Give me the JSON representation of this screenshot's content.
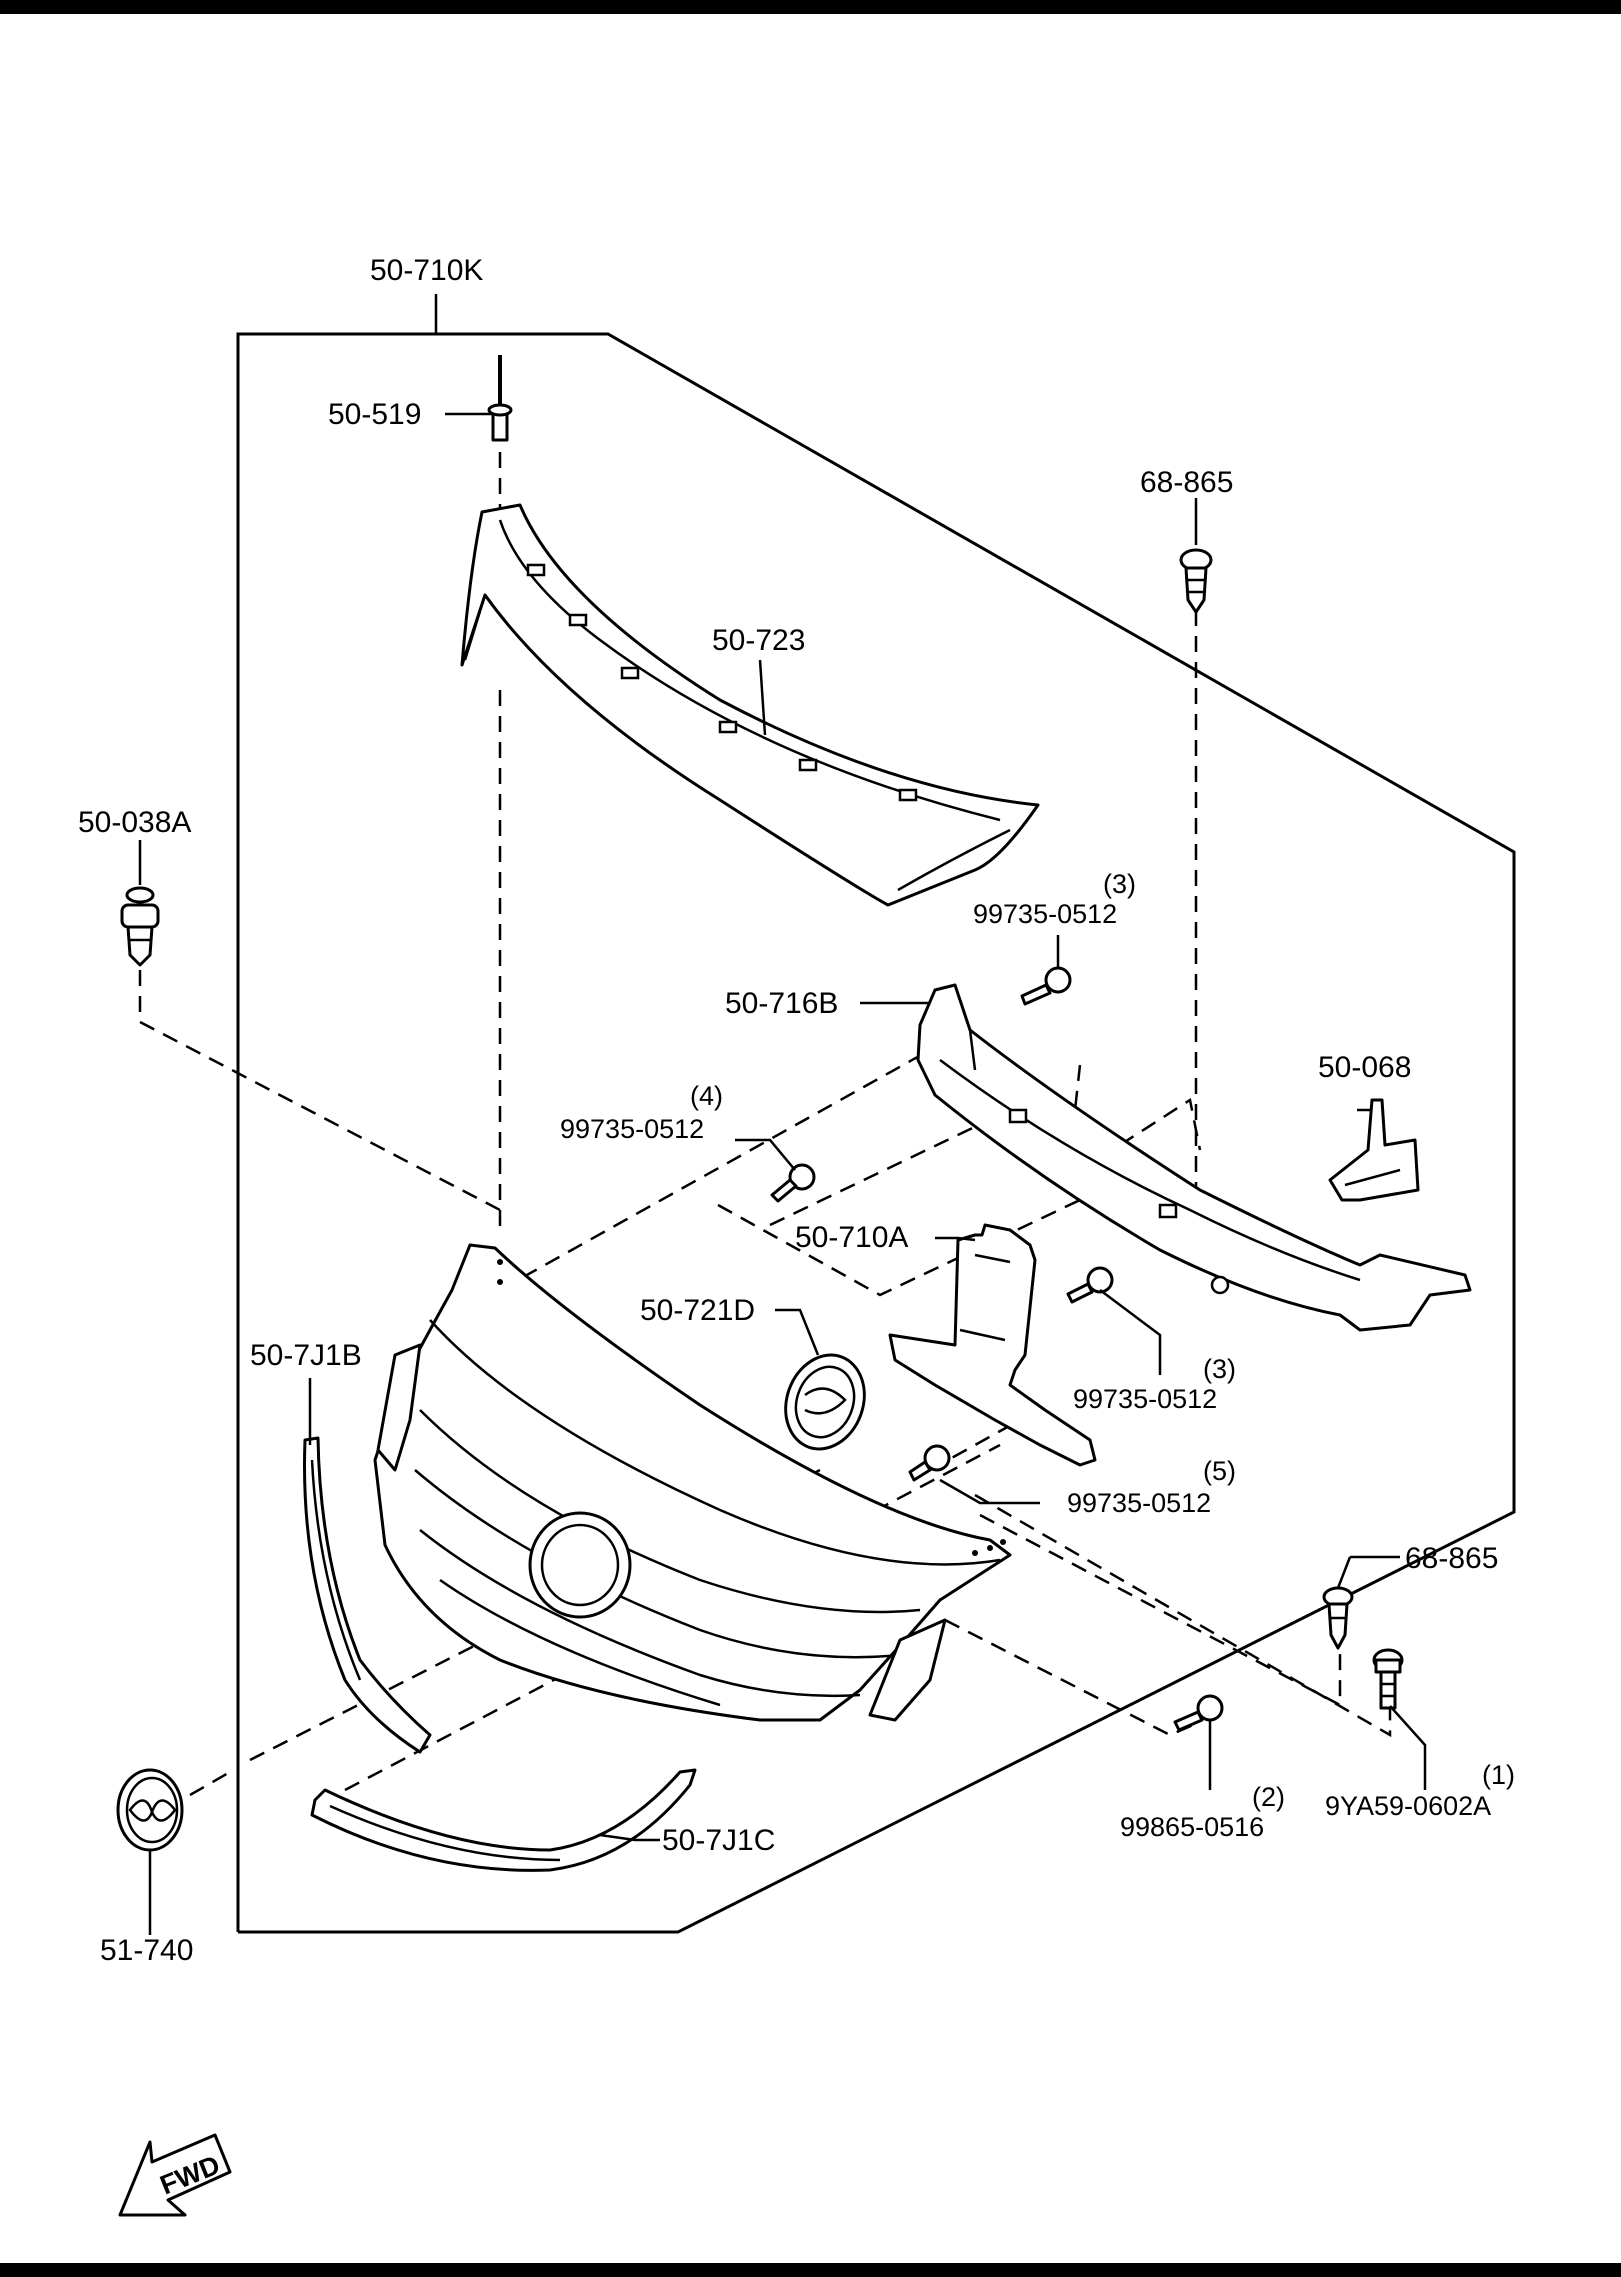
{
  "labels": {
    "kit": "50-710K",
    "clip_top": "50-519",
    "clip_68865_top": "68-865",
    "molding_upper": "50-723",
    "clip_left": "50-038A",
    "bolt_3a_qty": "(3)",
    "bolt_3a": "99735-0512",
    "bracket_716b": "50-716B",
    "bracket_068": "50-068",
    "bolt_4_qty": "(4)",
    "bolt_4": "99735-0512",
    "bracket_710a": "50-710A",
    "emblem_inner": "50-721D",
    "molding_left": "50-7J1B",
    "bolt_3b_qty": "(3)",
    "bolt_3b": "99735-0512",
    "bolt_5_qty": "(5)",
    "bolt_5": "99735-0512",
    "clip_68865_low": "68-865",
    "bolt_1_qty": "(1)",
    "bolt_1": "9YA59-0602A",
    "screw_2_qty": "(2)",
    "screw_2": "99865-0516",
    "molding_lower": "50-7J1C",
    "emblem": "51-740",
    "fwd": "FWD"
  },
  "icons": [
    "fwd-arrow-icon",
    "mazda-emblem-icon"
  ]
}
